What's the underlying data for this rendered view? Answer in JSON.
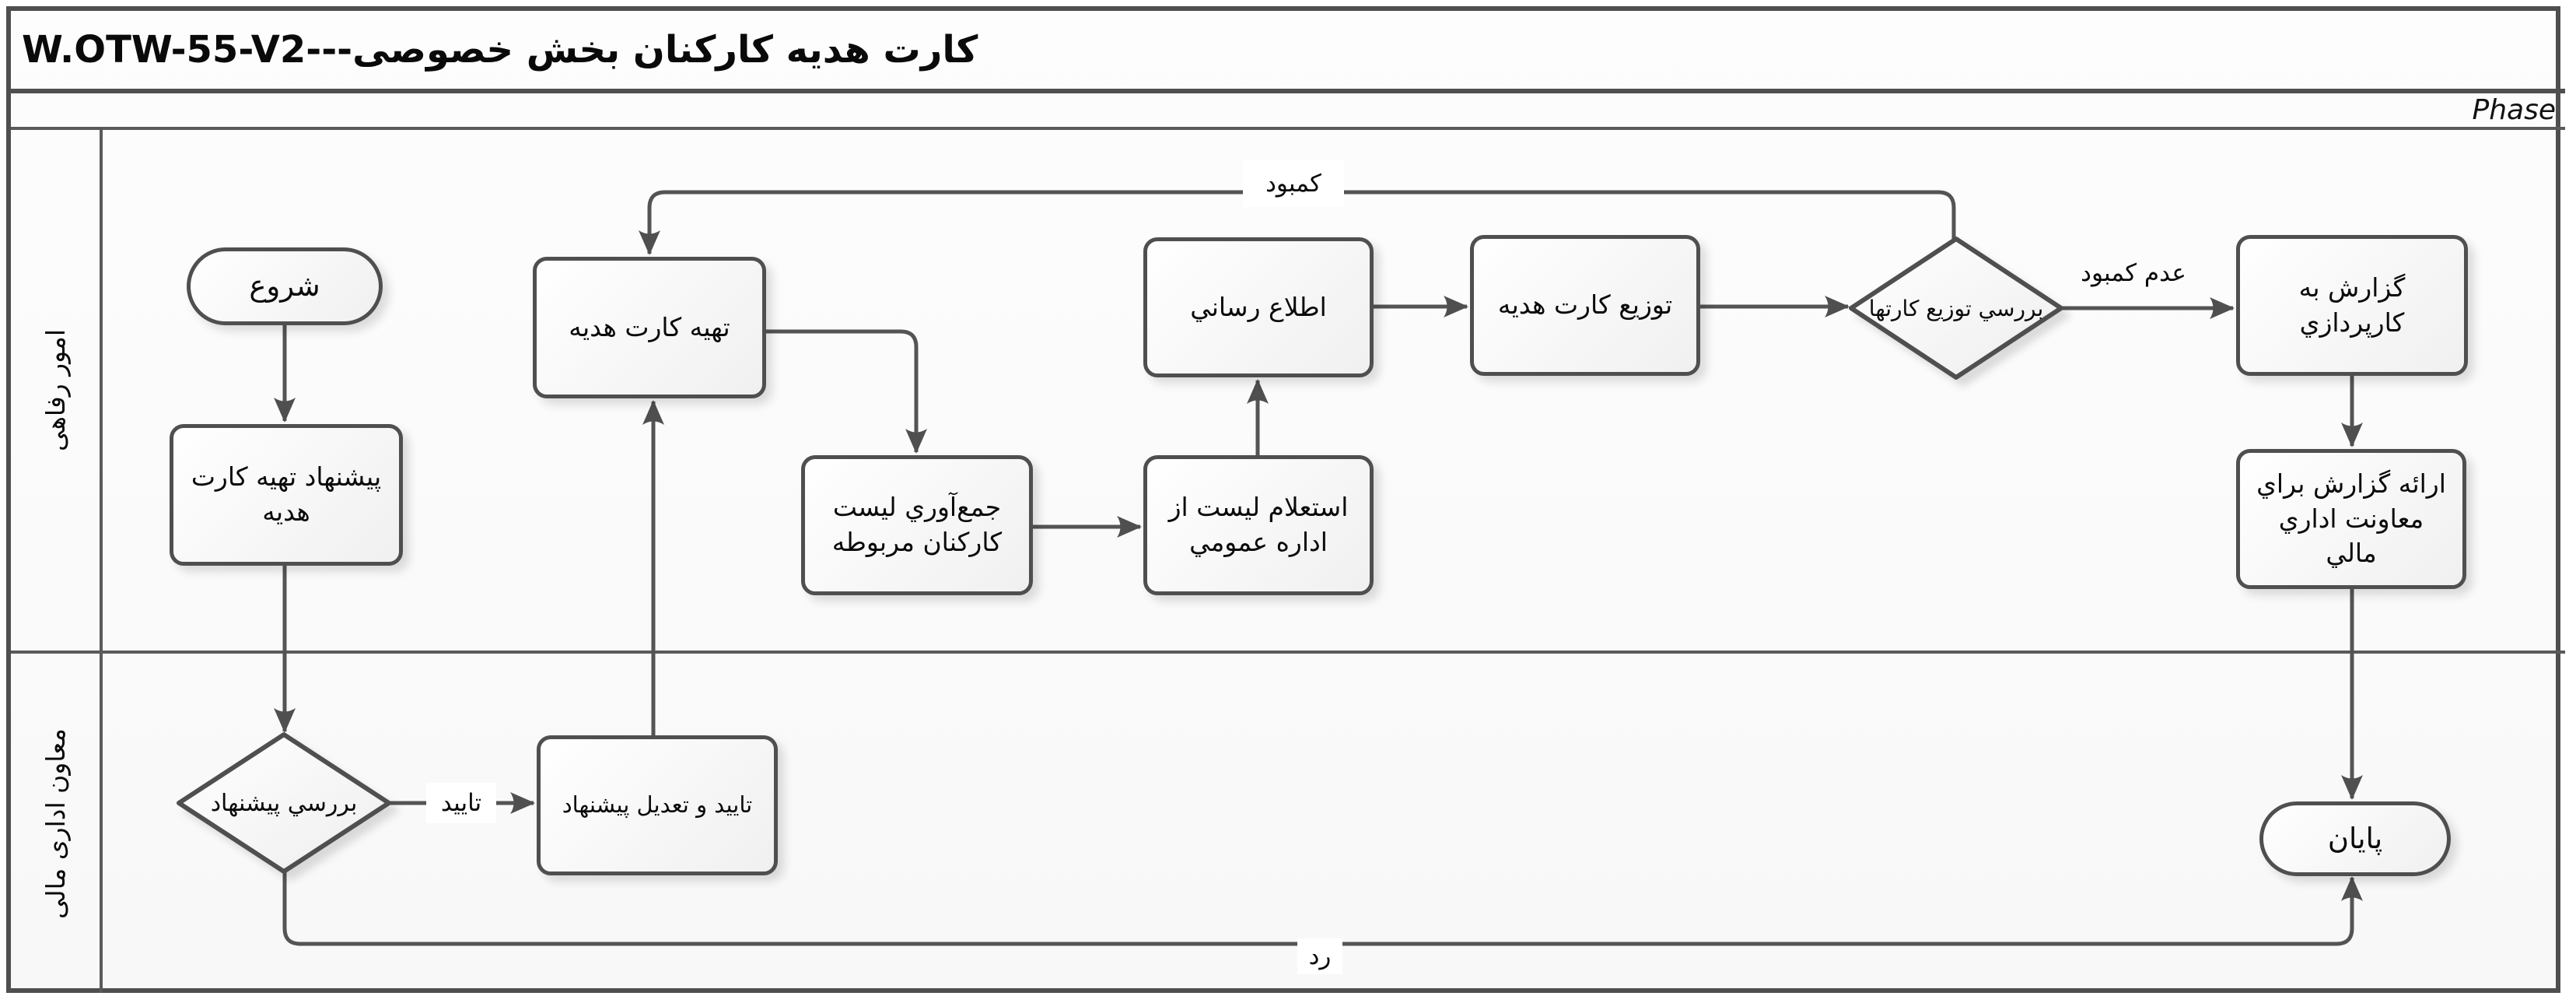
{
  "title": "كارت هديه كاركنان بخش خصوصی---W.OTW-55-V2",
  "phase_label": "Phase",
  "lanes": [
    {
      "label": "امور رفاهی"
    },
    {
      "label": "معاون اداری مالی"
    }
  ],
  "nodes": {
    "start": "شروع",
    "propose_card": "پیشنهاد تهیه کارت هدیه",
    "prepare_card": "تهیه کارت هدیه",
    "collect_list": "جمع‌آوري ليست كاركنان مربوطه",
    "inquiry_list": "استعلام ليست از اداره عمومي",
    "inform": "اطلاع رساني",
    "distribute_card": "توزيع كارت هديه",
    "review_distribution": "بررسي توزيع كارتها",
    "report_procurement": "گزارش به كارپردازي",
    "present_report": "ارائه گزارش براي معاونت اداري مالي",
    "review_proposal": "بررسي پيشنهاد",
    "approve_adjust": "تاييد و تعديل پيشنهاد",
    "end": "پایان"
  },
  "edge_labels": {
    "shortage": "كمبود",
    "no_shortage": "عدم كمبود",
    "approved": "تایید",
    "rejected": "رد"
  },
  "colors": {
    "line": "#545454",
    "shape_border": "#4f4f4f",
    "background": "#ffffff"
  }
}
